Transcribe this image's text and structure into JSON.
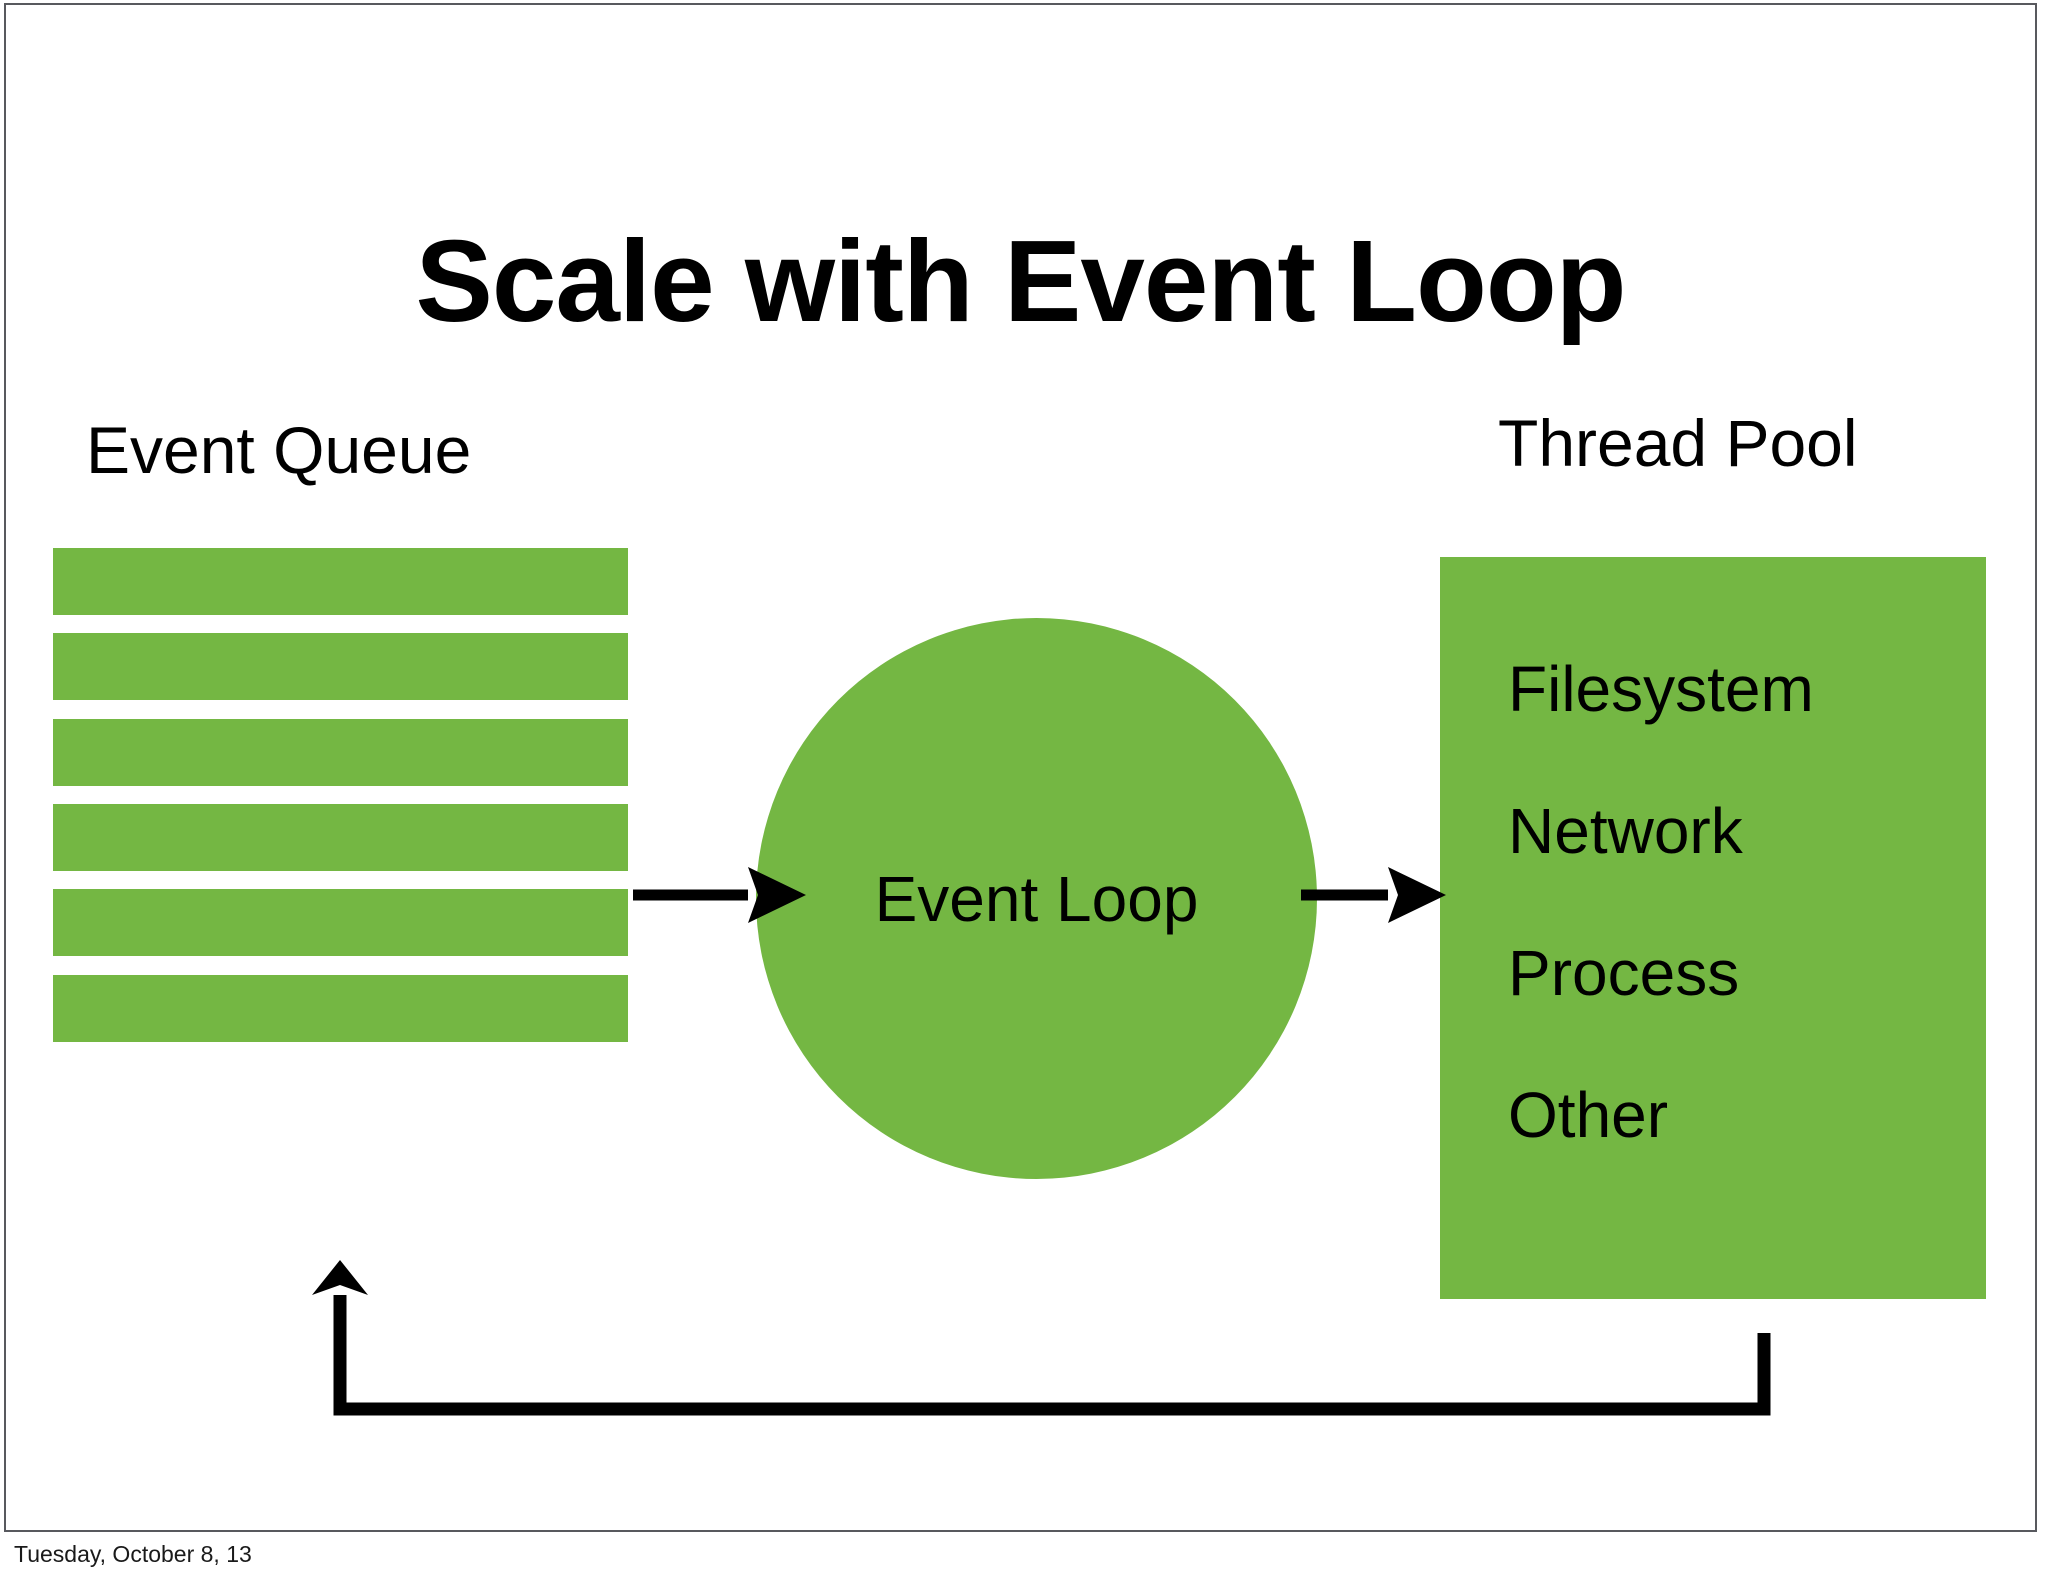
{
  "slide": {
    "title": "Scale with Event Loop",
    "footer": "Tuesday, October 8, 13",
    "accent_green": "#74b743",
    "text_color": "#000000",
    "background": "#ffffff",
    "border_color": "#58595e"
  },
  "event_queue": {
    "heading": "Event Queue",
    "bar_count": 6,
    "bars": [
      {
        "index": 1
      },
      {
        "index": 2
      },
      {
        "index": 3
      },
      {
        "index": 4
      },
      {
        "index": 5
      },
      {
        "index": 6
      }
    ]
  },
  "event_loop": {
    "label": "Event Loop"
  },
  "thread_pool": {
    "heading": "Thread Pool",
    "items": [
      {
        "label": "Filesystem"
      },
      {
        "label": "Network"
      },
      {
        "label": "Process"
      },
      {
        "label": "Other"
      }
    ]
  },
  "connectors": [
    {
      "name": "queue-to-loop-arrow",
      "from": "event-queue",
      "to": "event-loop",
      "direction": "right"
    },
    {
      "name": "loop-to-threadpool-arrow",
      "from": "event-loop",
      "to": "thread-pool",
      "direction": "right"
    },
    {
      "name": "threadpool-to-queue-feedback-arrow",
      "from": "thread-pool",
      "to": "event-queue",
      "direction": "up"
    }
  ]
}
